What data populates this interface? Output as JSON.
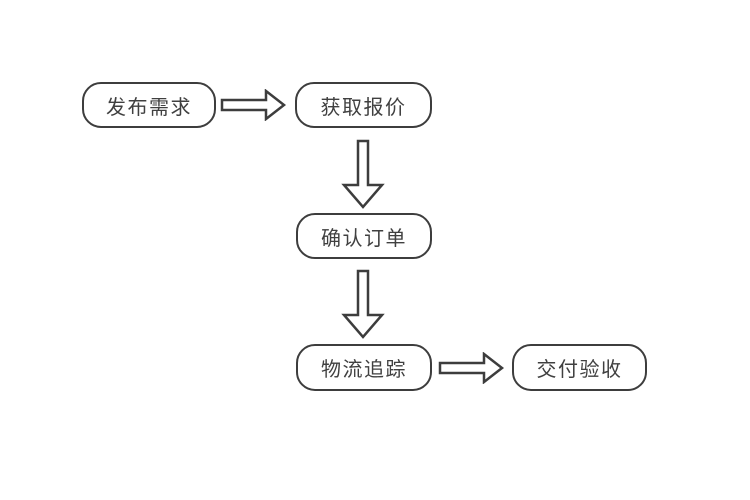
{
  "diagram": {
    "type": "flowchart",
    "background_color": "#ffffff",
    "stroke_color": "#3d3d3d",
    "text_color": "#404040",
    "nodes": [
      {
        "id": "publish",
        "label": "发布需求"
      },
      {
        "id": "quote",
        "label": "获取报价"
      },
      {
        "id": "confirm",
        "label": "确认订单"
      },
      {
        "id": "track",
        "label": "物流追踪"
      },
      {
        "id": "accept",
        "label": "交付验收"
      }
    ],
    "edges": [
      {
        "from": "publish",
        "to": "quote",
        "direction": "right"
      },
      {
        "from": "quote",
        "to": "confirm",
        "direction": "down"
      },
      {
        "from": "confirm",
        "to": "track",
        "direction": "down"
      },
      {
        "from": "track",
        "to": "accept",
        "direction": "right"
      }
    ]
  }
}
